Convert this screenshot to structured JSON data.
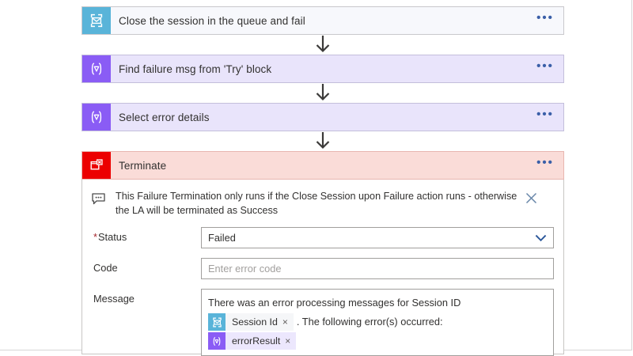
{
  "designer": {
    "cards": [
      {
        "title": "Close the session in the queue and fail",
        "icon": "service-bus-icon",
        "theme": "blue",
        "menu_label": "•••"
      },
      {
        "title": "Find failure msg from 'Try' block",
        "icon": "variable-expression-icon",
        "theme": "purple",
        "menu_label": "•••"
      },
      {
        "title": "Select error details",
        "icon": "variable-expression-icon",
        "theme": "purple",
        "menu_label": "•••"
      }
    ],
    "terminate": {
      "title": "Terminate",
      "icon": "terminate-icon",
      "theme": "red",
      "menu_label": "•••",
      "comment": {
        "text": "This Failure Termination only runs if the Close Session upon Failure action runs - otherwise the LA will be terminated as Success",
        "icon": "comment-bubble-icon",
        "close_icon": "close-icon"
      },
      "fields": {
        "status": {
          "label": "Status",
          "required": true,
          "required_marker": "*",
          "value": "Failed",
          "chevron_icon": "chevron-down-icon",
          "options": [
            "Failed"
          ]
        },
        "code": {
          "label": "Code",
          "value": "",
          "placeholder": "Enter error code"
        },
        "message": {
          "label": "Message",
          "line1": "There was an error processing messages for Session ID",
          "token1": {
            "label": "Session Id",
            "icon": "service-bus-icon",
            "remove_label": "×"
          },
          "after_token1": ". The following error(s) occurred:",
          "token2": {
            "label": "errorResult",
            "icon": "variable-expression-icon",
            "remove_label": "×"
          }
        }
      }
    }
  },
  "colors": {
    "service_bus_accent": "#59b4d9",
    "variable_accent": "#8a5cf5",
    "terminate_accent": "#ec0000",
    "card_blue_bg": "#f7f8fc",
    "card_purple_bg": "#e9e4fb",
    "card_red_bg": "#fadcd8",
    "required_star": "#a4262c",
    "menu_dots": "#3a5fa8",
    "chevron": "#2b579a",
    "placeholder": "#a19f9d"
  }
}
